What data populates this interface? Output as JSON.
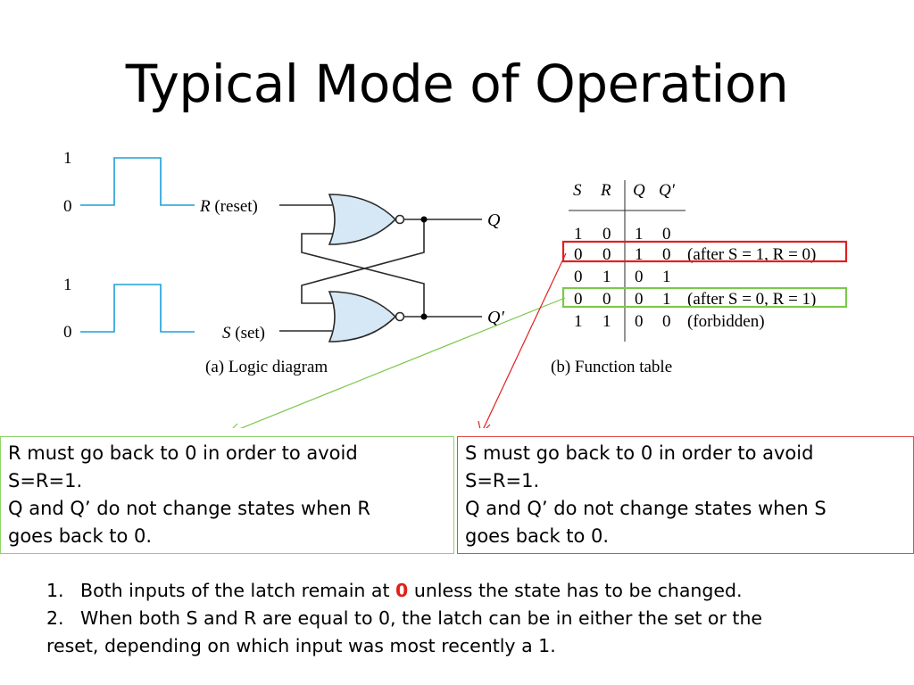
{
  "slide": {
    "title": "Typical Mode of Operation"
  },
  "diagram": {
    "waveform_r": {
      "high": "1",
      "low": "0"
    },
    "waveform_s": {
      "high": "1",
      "low": "0"
    },
    "input_r_label": {
      "letter": "R",
      "text": " (reset)"
    },
    "input_s_label": {
      "letter": "S",
      "text": " (set)"
    },
    "output_q": "Q",
    "output_q_prime": "Q′",
    "caption_a": "(a) Logic diagram",
    "caption_b": "(b) Function table",
    "colors": {
      "wave": "#1aa0d8",
      "gate_fill": "#d6e8f5",
      "gate_stroke": "#2a2a2a",
      "red_box": "#e02020",
      "green_box": "#7cc84a"
    }
  },
  "function_table": {
    "headers": [
      "S",
      "R",
      "Q",
      "Q′"
    ],
    "rows": [
      {
        "s": "1",
        "r": "0",
        "q": "1",
        "qp": "0",
        "note": ""
      },
      {
        "s": "0",
        "r": "0",
        "q": "1",
        "qp": "0",
        "note": "(after S = 1, R = 0)"
      },
      {
        "s": "0",
        "r": "1",
        "q": "0",
        "qp": "1",
        "note": ""
      },
      {
        "s": "0",
        "r": "0",
        "q": "0",
        "qp": "1",
        "note": "(after S = 0, R = 1)"
      },
      {
        "s": "1",
        "r": "1",
        "q": "0",
        "qp": "0",
        "note": "(forbidden)"
      }
    ]
  },
  "note_left": {
    "line1": "R must go back to 0  in order to avoid",
    "line2": "S=R=1.",
    "line3": "Q and Q’ do not change states when R",
    "line4": "goes back to 0."
  },
  "note_right": {
    "line1": "S must go back to 0  in order to avoid",
    "line2": "S=R=1.",
    "line3": "Q and Q’ do not change states when S",
    "line4": "goes back to 0."
  },
  "notes": {
    "item1": {
      "num": "1.",
      "pre": "Both inputs of the latch remain at ",
      "highlight": "0",
      "post": " unless the state has to be changed."
    },
    "item2": {
      "num": "2.",
      "line1": "When both S and R are equal to 0, the latch can be in either the set or the",
      "line2": "reset, depending on which input was most recently a 1."
    }
  }
}
